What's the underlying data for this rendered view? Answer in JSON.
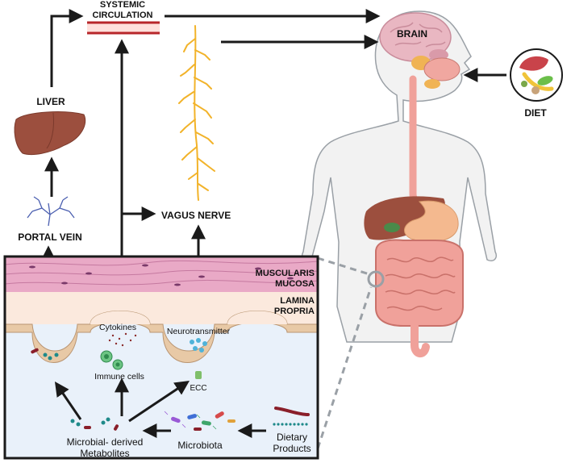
{
  "labels": {
    "systemic_line1": "SYSTEMIC",
    "systemic_line2": "CIRCULATION",
    "brain": "BRAIN",
    "liver": "LIVER",
    "diet": "DIET",
    "portal_vein": "PORTAL VEIN",
    "vagus_nerve": "VAGUS NERVE",
    "muscularis_line1": "MUSCULARIS",
    "muscularis_line2": "MUCOSA",
    "lamina_line1": "LAMINA",
    "lamina_line2": "PROPRIA",
    "cytokines": "Cytokines",
    "immune_cells": "Immune cells",
    "neurotransmitter": "Neurotransmitter",
    "ecc": "ECC",
    "metabolites_line1": "Microbial- derived",
    "metabolites_line2": "Metabolites",
    "microbiota": "Microbiota",
    "dietary_line1": "Dietary",
    "dietary_line2": "Products"
  },
  "colors": {
    "arrow": "#1a1a1a",
    "muscle": "#e9a9c6",
    "lamina": "#fbe9dd",
    "lumen": "#e9f1fa",
    "epithelium": "#e8c9a6",
    "nerve": "#f2b32a",
    "liver": "#9c4f3e",
    "vein": "#4b5fb0",
    "gut": "#f0a19a",
    "body_outline": "#9aa0a6",
    "body_fill": "#f2f2f2",
    "circulation_red": "#b8262a"
  },
  "icons": [
    "liver-icon",
    "portal-vein-icon",
    "blood-vessel-icon",
    "vagus-nerve-icon",
    "brain-icon",
    "diet-icon",
    "human-body-icon",
    "intestine-icon"
  ]
}
